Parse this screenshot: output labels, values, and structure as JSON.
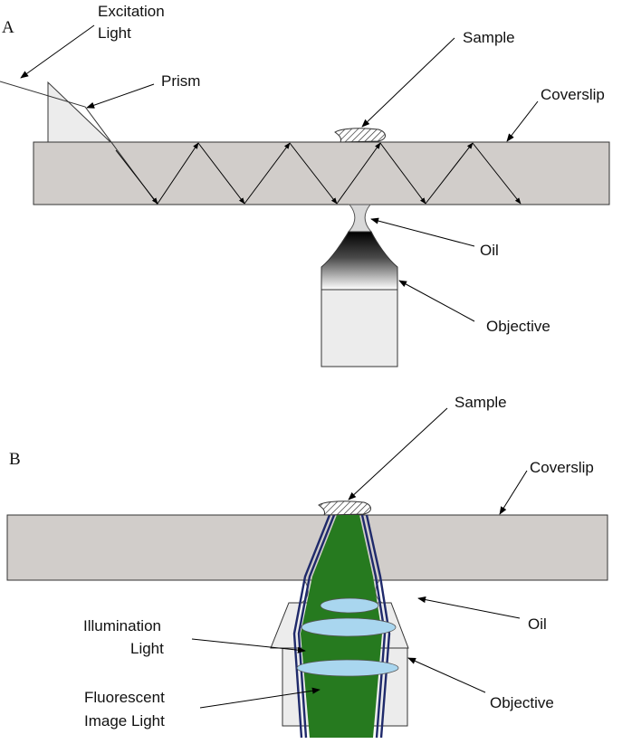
{
  "panel_a": {
    "letter": "A",
    "labels": {
      "excitation_line1": "Excitation",
      "excitation_line2": "Light",
      "prism": "Prism",
      "sample": "Sample",
      "coverslip": "Coverslip",
      "oil": "Oil",
      "objective": "Objective"
    }
  },
  "panel_b": {
    "letter": "B",
    "labels": {
      "sample": "Sample",
      "coverslip": "Coverslip",
      "oil": "Oil",
      "illumination_line1": "Illumination",
      "illumination_line2": "Light",
      "fluorescent_line1": "Fluorescent",
      "fluorescent_line2": "Image Light",
      "objective": "Objective"
    }
  },
  "colors": {
    "coverslip": "#d1cdca",
    "objective_body": "#ececec",
    "beam_green": "#267a1f",
    "beam_edge": "#1f2a6b",
    "lens_blue": "#a9d6ef",
    "outline": "#333333"
  }
}
